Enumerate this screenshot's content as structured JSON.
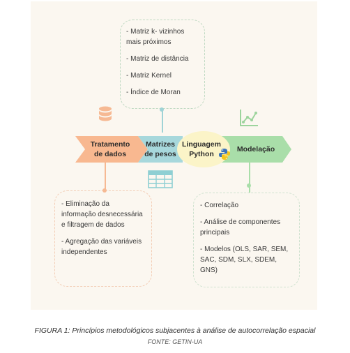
{
  "diagram": {
    "stages": [
      {
        "label": "Tratamento\nde dados",
        "color": "#f8b890"
      },
      {
        "label": "Matrizes\nde pesos",
        "color": "#a7d8dc"
      },
      {
        "label": "Linguagem\nPython",
        "color": "#fbf4c8"
      },
      {
        "label": "Modelação",
        "color": "#a9dea9"
      }
    ],
    "top_box": [
      "- Matriz k- vizinhos mais próximos",
      "- Matriz de distância",
      "- Matriz Kernel",
      "- Índice de Moran"
    ],
    "left_box": [
      "- Eliminação da informação desnecessária e filtragem de dados",
      "- Agregação das variáveis independentes"
    ],
    "right_box": [
      "- Correlação",
      "- Análise de componentes principais",
      "- Modelos (OLS, SAR, SEM, SAC, SDM, SLX, SDEM, GNS)"
    ],
    "icons": [
      "database-icon",
      "table-grid-icon",
      "python-logo-icon",
      "line-chart-icon"
    ]
  },
  "caption": "FIGURA 1: Princípios metodológicos subjacentes à análise de autocorrelação espacial",
  "source": "FONTE: GETIN-UA"
}
